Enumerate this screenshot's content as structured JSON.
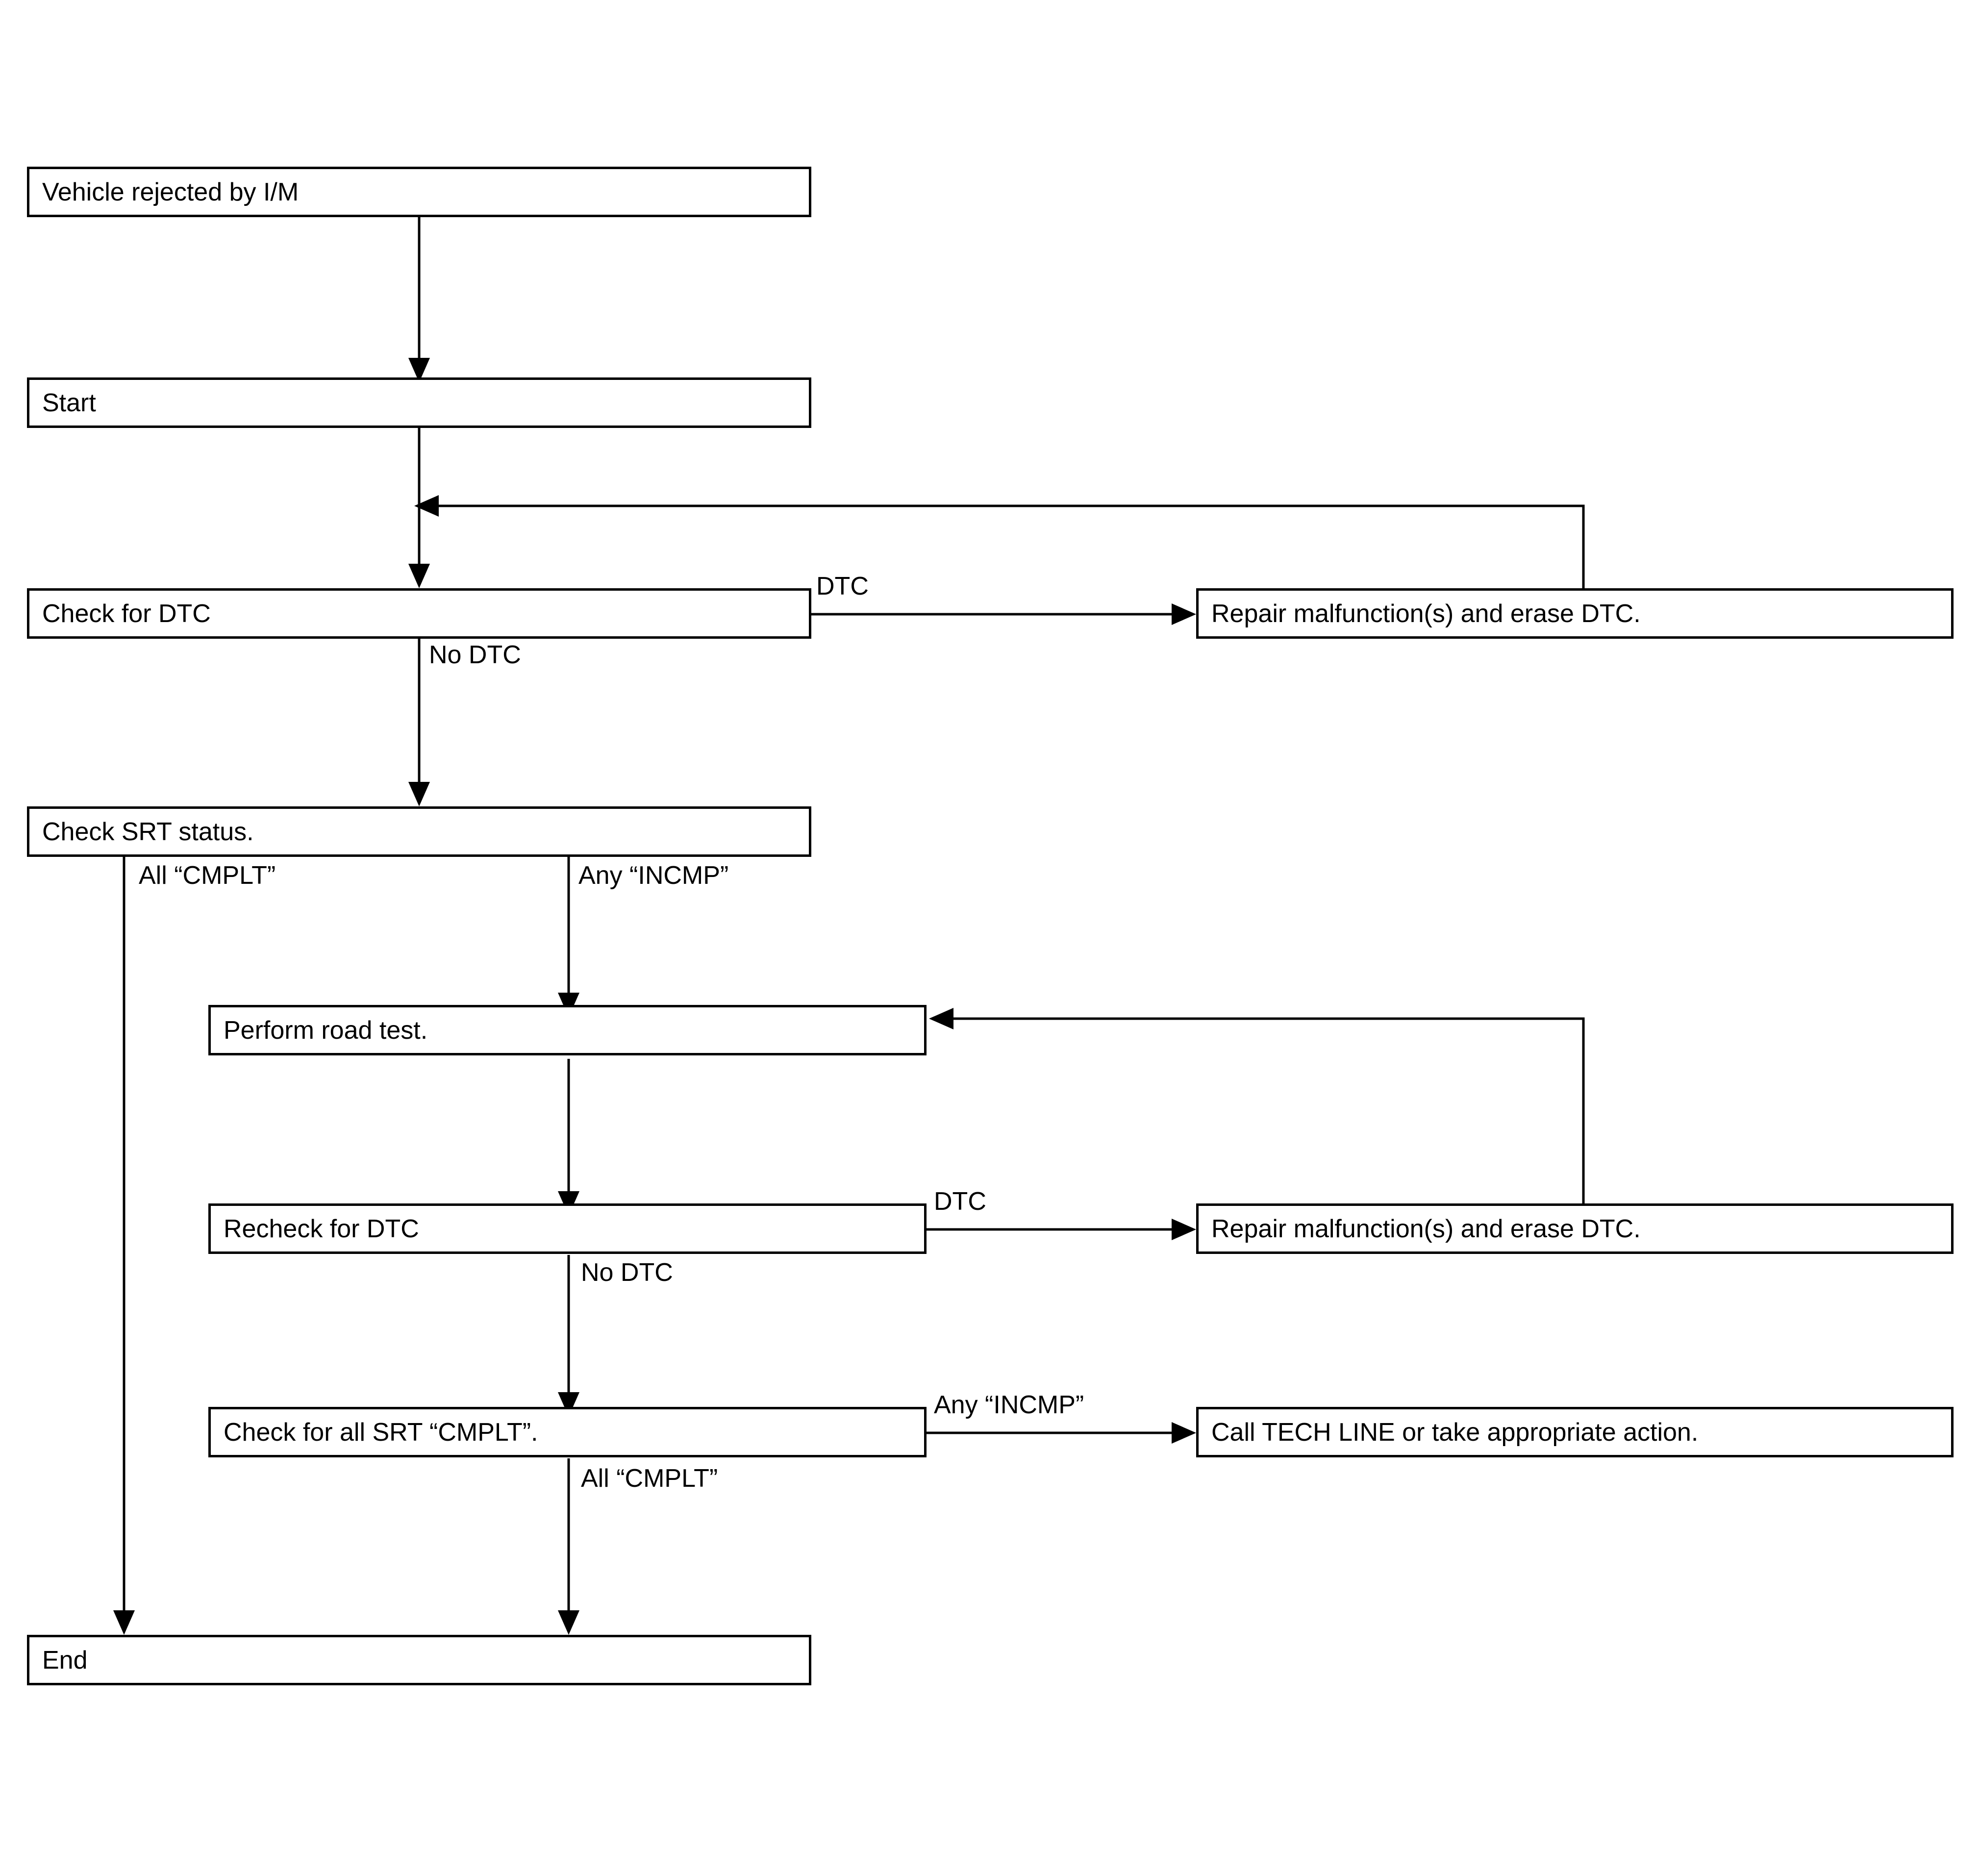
{
  "diagram": {
    "title": "OBD-II I/M readiness verification flow chart",
    "nodes": [
      {
        "id": "vehicle_rejected",
        "label": "Vehicle rejected by I/M"
      },
      {
        "id": "start",
        "label": "Start"
      },
      {
        "id": "check_dtc",
        "label": "Check for DTC"
      },
      {
        "id": "repair_1",
        "label": "Repair malfunction(s) and erase DTC."
      },
      {
        "id": "check_srt",
        "label": "Check SRT status."
      },
      {
        "id": "road_test",
        "label": "Perform road test."
      },
      {
        "id": "recheck_dtc",
        "label": "Recheck for DTC"
      },
      {
        "id": "repair_2",
        "label": "Repair malfunction(s) and erase DTC."
      },
      {
        "id": "check_all_srt",
        "label": "Check for all SRT “CMPLT”."
      },
      {
        "id": "tech_line",
        "label": "Call TECH LINE or take appropriate action."
      },
      {
        "id": "end",
        "label": "End"
      }
    ],
    "edge_labels": [
      {
        "id": "dtc_1",
        "text": "DTC"
      },
      {
        "id": "no_dtc_1",
        "text": "No DTC"
      },
      {
        "id": "all_cmplt_1",
        "text": "All “CMPLT”"
      },
      {
        "id": "any_incmp_1",
        "text": "Any “INCMP”"
      },
      {
        "id": "dtc_2",
        "text": "DTC"
      },
      {
        "id": "no_dtc_2",
        "text": "No DTC"
      },
      {
        "id": "any_incmp_2",
        "text": "Any “INCMP”"
      },
      {
        "id": "all_cmplt_2",
        "text": "All “CMPLT”"
      }
    ],
    "colors": {
      "stroke": "#000000",
      "background": "#ffffff",
      "text": "#000000"
    }
  }
}
